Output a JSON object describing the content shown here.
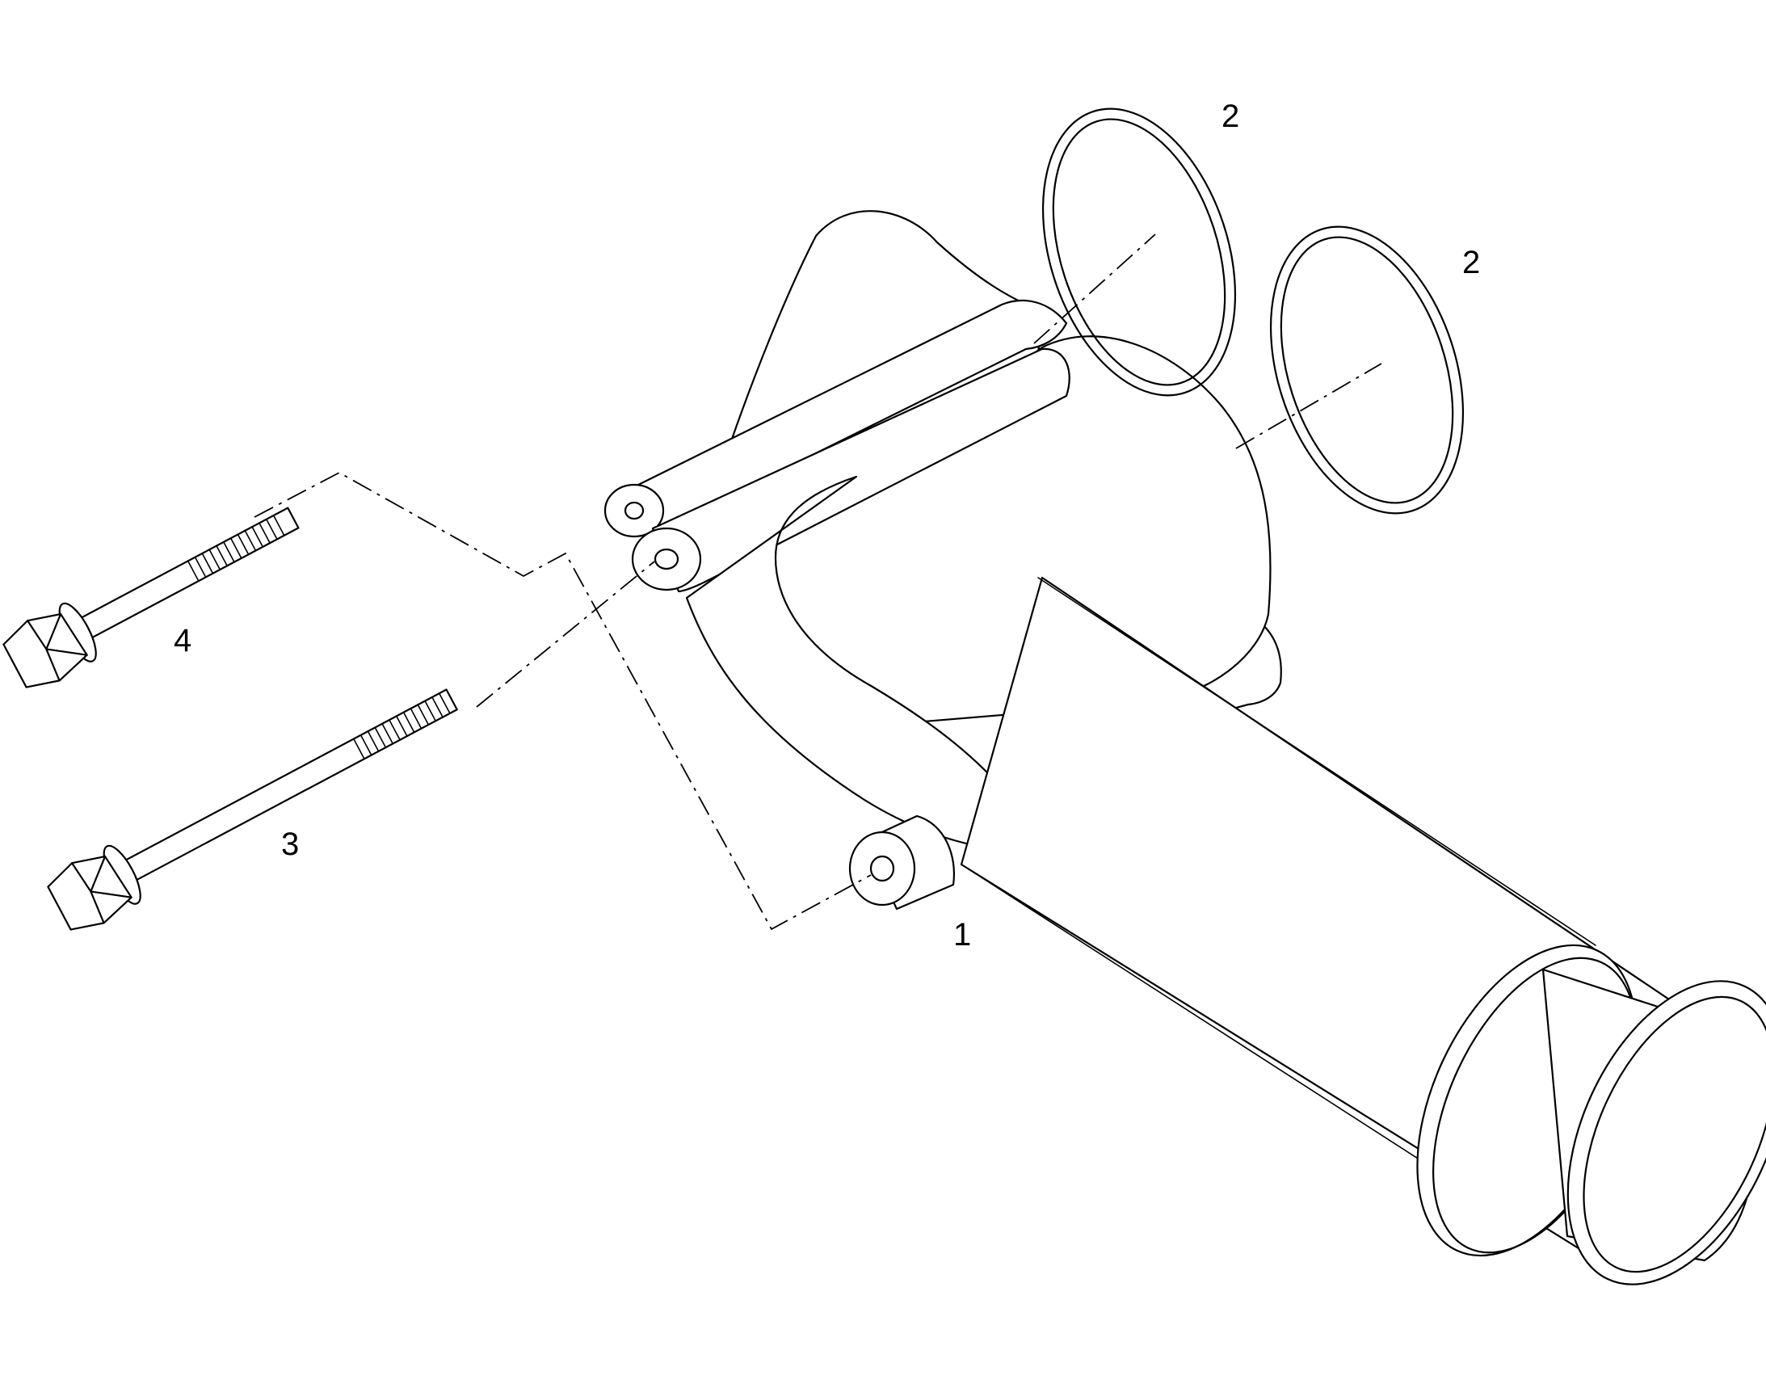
{
  "diagram": {
    "parts": [
      {
        "id": "pipe",
        "callout": "1",
        "icon": "coolant-pipe-with-bracket"
      },
      {
        "id": "o-ring-upper",
        "callout": "2",
        "icon": "o-ring"
      },
      {
        "id": "o-ring-lower",
        "callout": "2",
        "icon": "o-ring"
      },
      {
        "id": "long-bolt",
        "callout": "3",
        "icon": "flange-hex-bolt"
      },
      {
        "id": "short-bolt",
        "callout": "4",
        "icon": "flange-hex-bolt"
      }
    ],
    "colors": {
      "line": "#000000",
      "background": "#ffffff"
    }
  }
}
